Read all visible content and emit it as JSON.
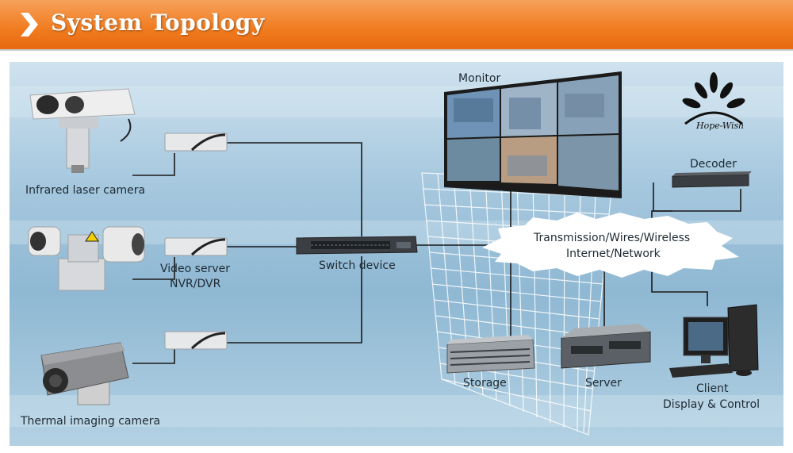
{
  "header": {
    "title": "System Topology"
  },
  "logo": {
    "text": "Hope-Wish"
  },
  "nodes": {
    "monitor": "Monitor",
    "decoder": "Decoder",
    "infrared_camera": "Infrared laser camera",
    "video_server_line1": "Video server",
    "video_server_line2": "NVR/DVR",
    "switch": "Switch device",
    "network_line1": "Transmission/Wires/Wireless",
    "network_line2": "Internet/Network",
    "storage": "Storage",
    "server": "Server",
    "client_line1": "Client",
    "client_line2": "Display & Control",
    "thermal_camera": "Thermal imaging camera"
  },
  "colors": {
    "header": "#f07b1f",
    "background": "#a8c9df",
    "lines": "#1a1a1a"
  }
}
